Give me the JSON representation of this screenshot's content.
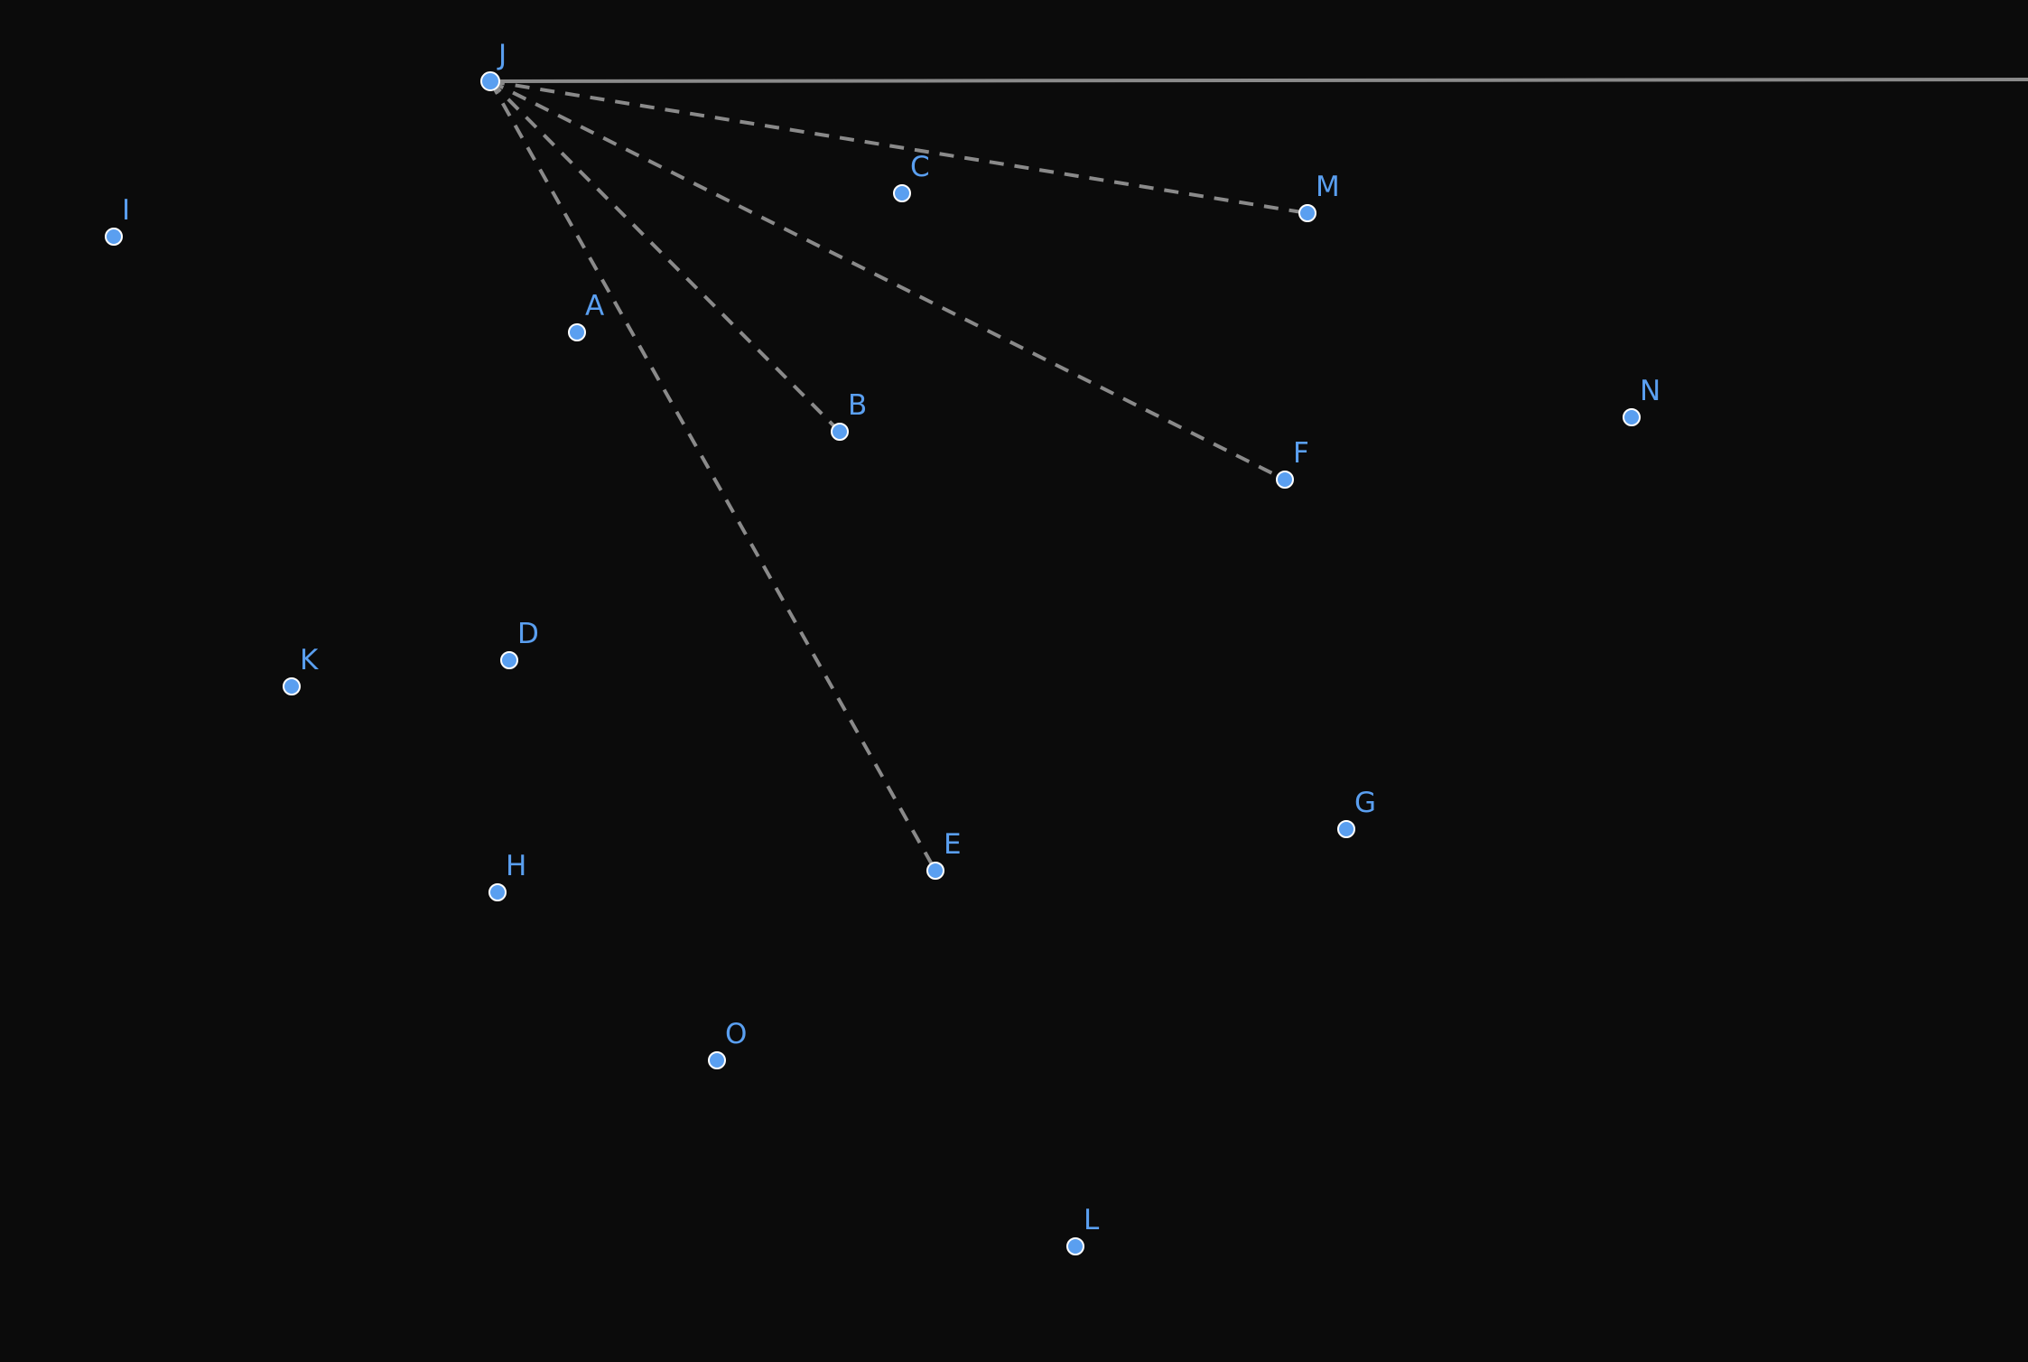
{
  "diagram": {
    "background": "#0b0b0b",
    "point_color": "#5a9ff0",
    "line_color": "#8a8a8a",
    "points": [
      {
        "id": "J",
        "label": "J"
      },
      {
        "id": "I",
        "label": "I"
      },
      {
        "id": "A",
        "label": "A"
      },
      {
        "id": "C",
        "label": "C"
      },
      {
        "id": "M",
        "label": "M"
      },
      {
        "id": "B",
        "label": "B"
      },
      {
        "id": "F",
        "label": "F"
      },
      {
        "id": "N",
        "label": "N"
      },
      {
        "id": "K",
        "label": "K"
      },
      {
        "id": "D",
        "label": "D"
      },
      {
        "id": "G",
        "label": "G"
      },
      {
        "id": "E",
        "label": "E"
      },
      {
        "id": "H",
        "label": "H"
      },
      {
        "id": "O",
        "label": "O"
      },
      {
        "id": "L",
        "label": "L"
      }
    ],
    "dashed_edges": [
      {
        "from": "J",
        "to": "M"
      },
      {
        "from": "J",
        "to": "F"
      },
      {
        "from": "J",
        "to": "B"
      },
      {
        "from": "J",
        "to": "E"
      }
    ],
    "rays": [
      {
        "from": "J",
        "direction": "right"
      }
    ]
  }
}
